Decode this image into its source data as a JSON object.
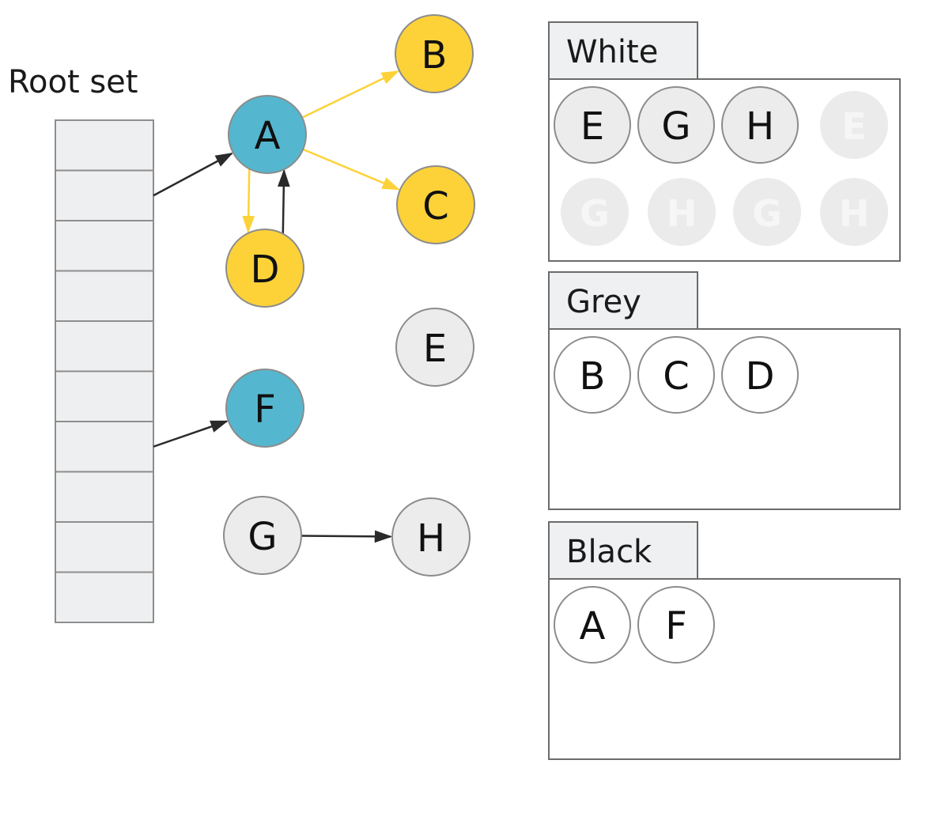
{
  "root_set": {
    "title": "Root set",
    "slot_count": 10
  },
  "colors": {
    "blue": "#54b7cf",
    "yellow": "#fdd238",
    "white_node": "#ececec",
    "set_node": "#ffffff",
    "ghost": "#ebebeb",
    "yellow_edge": "#fdd238",
    "black_edge": "#2a2a2a",
    "slot_fill": "#eeeff0",
    "tab_fill": "#eff0f1",
    "outline": "#6b6b6b"
  },
  "graph": {
    "nodes": [
      {
        "id": "A",
        "label": "A",
        "color": "blue"
      },
      {
        "id": "B",
        "label": "B",
        "color": "yellow"
      },
      {
        "id": "C",
        "label": "C",
        "color": "yellow"
      },
      {
        "id": "D",
        "label": "D",
        "color": "yellow"
      },
      {
        "id": "E",
        "label": "E",
        "color": "white"
      },
      {
        "id": "F",
        "label": "F",
        "color": "blue"
      },
      {
        "id": "G",
        "label": "G",
        "color": "white"
      },
      {
        "id": "H",
        "label": "H",
        "color": "white"
      }
    ],
    "edges": [
      {
        "from": "root-1",
        "to": "A",
        "color": "black"
      },
      {
        "from": "root-6",
        "to": "F",
        "color": "black"
      },
      {
        "from": "A",
        "to": "B",
        "color": "yellow"
      },
      {
        "from": "A",
        "to": "C",
        "color": "yellow"
      },
      {
        "from": "A",
        "to": "D",
        "color": "yellow"
      },
      {
        "from": "D",
        "to": "A",
        "color": "black"
      },
      {
        "from": "G",
        "to": "H",
        "color": "black"
      }
    ]
  },
  "sets": [
    {
      "name": "White",
      "members": [
        "E",
        "G",
        "H"
      ],
      "faded": [
        "E",
        "G",
        "H",
        "G",
        "H"
      ]
    },
    {
      "name": "Grey",
      "members": [
        "B",
        "C",
        "D"
      ],
      "faded": []
    },
    {
      "name": "Black",
      "members": [
        "A",
        "F"
      ],
      "faded": []
    }
  ]
}
